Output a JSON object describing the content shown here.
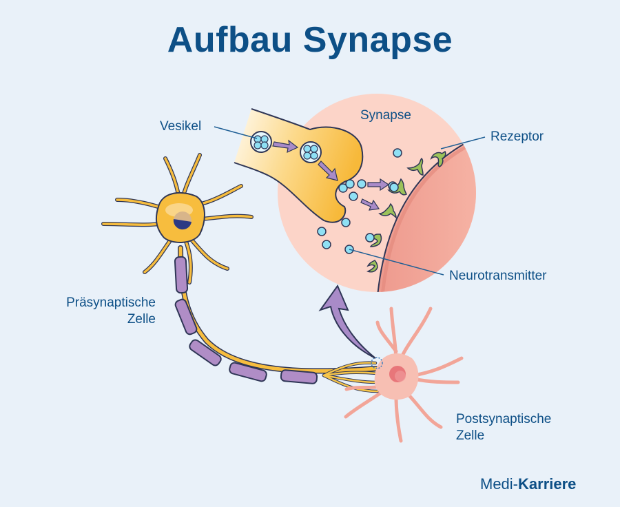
{
  "title": "Aufbau Synapse",
  "labels": {
    "vesikel": "Vesikel",
    "synapse": "Synapse",
    "rezeptor": "Rezeptor",
    "neurotransmitter": "Neurotransmitter",
    "praesynaptisch_line1": "Präsynaptische",
    "praesynaptisch_line2": "Zelle",
    "postsynaptisch_line1": "Postsynaptische",
    "postsynaptisch_line2": "Zelle"
  },
  "brand": {
    "part1": "Medi-",
    "part2": "Karriere"
  },
  "colors": {
    "background": "#e9f1f9",
    "title": "#0d4f86",
    "presynaptic_cell": "#f7bd3e",
    "postsynaptic_cell": "#f2a598",
    "synapse_circle": "#fcd4c8",
    "myelin": "#b08dc6",
    "receptor": "#9cc25a",
    "vesicle": "#8fe0f4",
    "arrow": "#a98bc8",
    "outline": "#2f3656"
  }
}
